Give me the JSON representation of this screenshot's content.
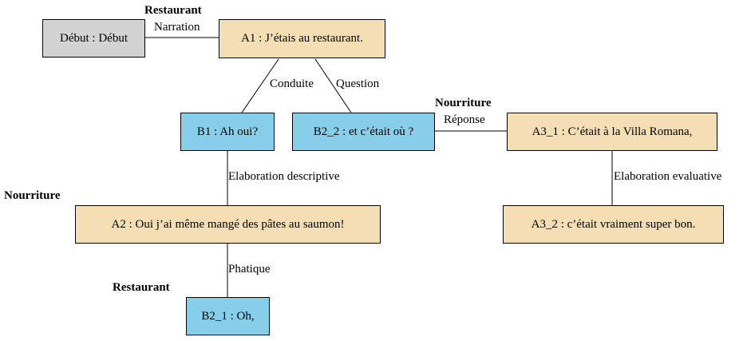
{
  "colors": {
    "start": "#d3d3d3",
    "speaker_a": "#f5deb3",
    "speaker_b": "#87ceeb"
  },
  "nodes": {
    "debut": "Début : Début",
    "a1": "A1 : J’étais au restaurant.",
    "b1": "B1 : Ah oui?",
    "b2_2": "B2_2 : et c’était où ?",
    "a3_1": "A3_1 : C’était à la Villa Romana,",
    "a2": "A2 : Oui j’ai même mangé des pâtes au saumon!",
    "a3_2": "A3_2 : c’était vraiment super bon.",
    "b2_1": "B2_1 : Oh,"
  },
  "relations": {
    "narration": "Narration",
    "conduite": "Conduite",
    "question": "Question",
    "reponse": "Réponse",
    "elab_descriptive": "Elaboration descriptive",
    "elab_evaluative": "Elaboration evaluative",
    "phatique": "Phatique"
  },
  "topics": {
    "restaurant_top": "Restaurant",
    "nourriture_mid": "Nourriture",
    "nourriture_left": "Nourriture",
    "restaurant_bottom": "Restaurant"
  }
}
